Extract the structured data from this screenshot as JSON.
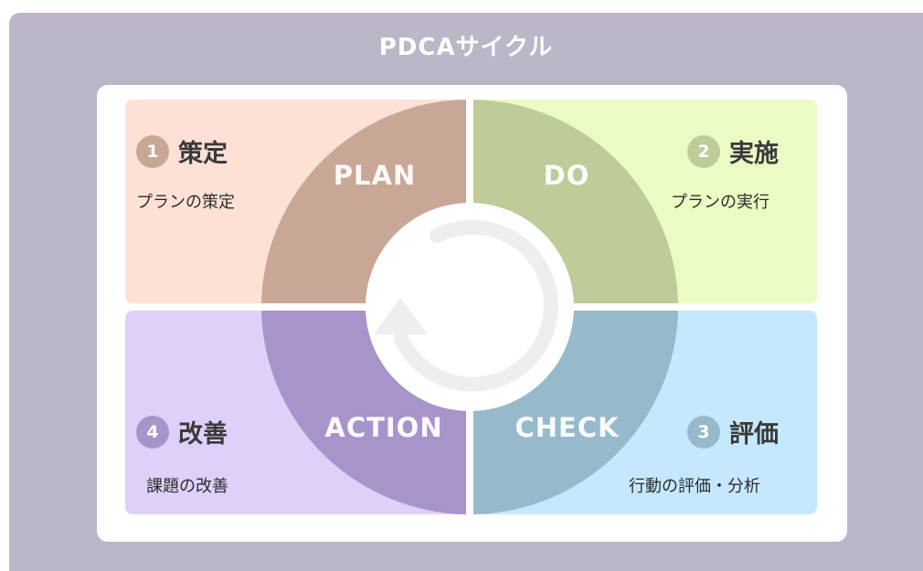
{
  "title": "PDCAサイクル",
  "phases": {
    "plan": {
      "number": "1",
      "title": "策定",
      "label": "PLAN",
      "description": "プランの策定"
    },
    "do": {
      "number": "2",
      "title": "実施",
      "label": "DO",
      "description": "プランの実行"
    },
    "check": {
      "number": "3",
      "title": "評価",
      "label": "CHECK",
      "description": "行動の評価・分析"
    },
    "action": {
      "number": "4",
      "title": "改善",
      "label": "ACTION",
      "description": "課題の改善"
    }
  },
  "colors": {
    "frame": "#bdb5c8",
    "plan_bg": "#fde1d6",
    "plan_segment": "#c9a797",
    "do_bg": "#eafcc3",
    "do_segment": "#bdcc98",
    "check_bg": "#c5e8fc",
    "check_segment": "#96b9cc",
    "action_bg": "#dfd0f9",
    "action_segment": "#a794cb",
    "cycle_arrow": "#eeeeee"
  },
  "icons": {
    "center": "cycle-arrow-icon"
  }
}
